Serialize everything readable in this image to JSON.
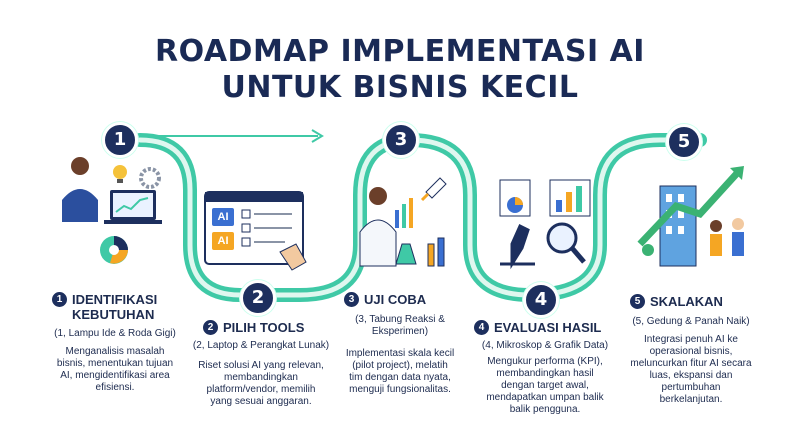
{
  "title": {
    "line1": "ROADMAP IMPLEMENTASI AI",
    "line2": "UNTUK BISNIS KECIL"
  },
  "colors": {
    "navy": "#1d2f5e",
    "teal": "#3fc9a6",
    "blue": "#3a6fd1",
    "orange": "#f5a623",
    "green": "#3bb273"
  },
  "steps": [
    {
      "number": "1",
      "heading_line1": "IDENTIFIKASI",
      "heading_line2": "KEBUTUHAN",
      "note": "(1, Lampu Ide & Roda Gigi)",
      "desc": [
        "Menganalisis masalah",
        "bisnis, menentukan tujuan",
        "AI, mengidentifikasi area",
        "efisiensi."
      ],
      "icon": "person-thinking-lightbulb-gear-icon"
    },
    {
      "number": "2",
      "heading": "PILIH TOOLS",
      "note": "(2, Laptop & Perangkat Lunak)",
      "desc": [
        "Riset solusi AI yang relevan,",
        "membandingkan",
        "platform/vendor, memilih",
        "yang sesuai anggaran."
      ],
      "icon": "browser-ai-checklist-icon",
      "screen_labels": [
        "AI",
        "AI"
      ]
    },
    {
      "number": "3",
      "heading": "UJI COBA",
      "note": [
        "(3, Tabung Reaksi &",
        "Eksperimen)"
      ],
      "desc": [
        "Implementasi skala kecil",
        "(pilot project), melatih",
        "tim dengan data nyata,",
        "menguji fungsionalitas."
      ],
      "icon": "scientist-rocket-flask-icon"
    },
    {
      "number": "4",
      "heading": "EVALUASI HASIL",
      "note": "(4, Mikroskop & Grafik Data)",
      "desc": [
        "Mengukur performa (KPI),",
        "membandingkan hasil",
        "dengan target awal,",
        "mendapatkan umpan balik",
        "balik pengguna."
      ],
      "icon": "microscope-magnifier-chart-icon"
    },
    {
      "number": "5",
      "heading": "SKALAKAN",
      "note": "(5, Gedung & Panah Naik)",
      "desc": [
        "Integrasi penuh AI ke",
        "operasional bisnis,",
        "meluncurkan fitur AI secara",
        "luas, ekspansi dan",
        "pertumbuhan",
        "berkelanjutan."
      ],
      "icon": "building-arrow-up-icon"
    }
  ]
}
